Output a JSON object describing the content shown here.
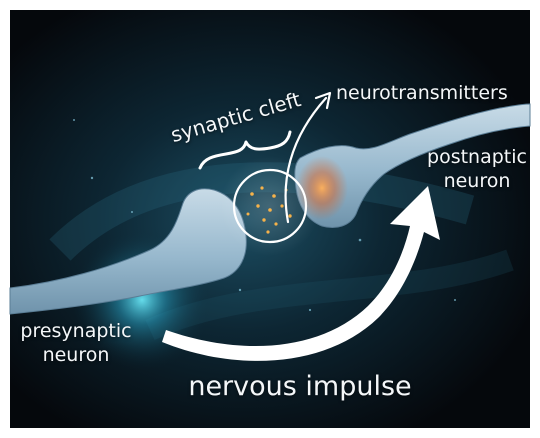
{
  "labels": {
    "synaptic_cleft": "synaptic cleft",
    "neurotransmitters": "neurotransmitters",
    "postsynaptic_line1": "postnaptic",
    "postsynaptic_line2": "neuron",
    "presynaptic_line1": "presynaptic",
    "presynaptic_line2": "neuron",
    "nervous_impulse": "nervous impulse"
  },
  "colors": {
    "background_dark": "#070b10",
    "background_glow": "#1a6a86",
    "neuron": "#a9c6d8",
    "impulse_glow": "#e8762a",
    "text": "#f4f7f9",
    "frame": "#ffffff"
  }
}
